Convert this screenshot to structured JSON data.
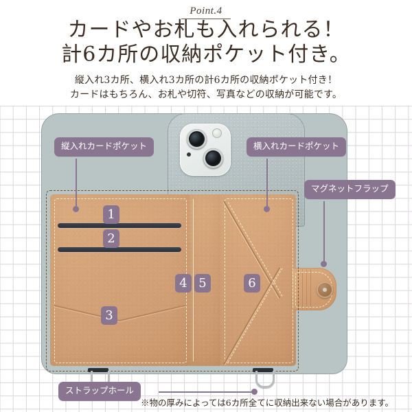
{
  "header": {
    "point_tag": "Point.4",
    "title_line1": "カードやお札も入れられる！",
    "title_line2": "計6カ所の収納ポケット付き。",
    "sub_line1": "縦入れ3カ所、横入れ3カ所の計6カ所の収納ポケット付き！",
    "sub_line2": "カードはもちろん、お札や切符、写真などの収納が可能です。"
  },
  "labels": {
    "vertical_card_pocket": "縦入れカードポケット",
    "horizontal_card_pocket": "横入れカードポケット",
    "magnet_flap": "マグネットフラップ",
    "strap_hole": "ストラップホール"
  },
  "badges": {
    "b1": "1",
    "b2": "2",
    "b3": "3",
    "b4": "4",
    "b5": "5",
    "b6": "6"
  },
  "footnote": "※物の厚みによっては6カ所全てに収納出来ない場合があります。",
  "colors": {
    "accent_purple": "#8a7591",
    "text_brown": "#3a2c22",
    "leather_tan": "#d5a379",
    "case_sage": "#b9c4c5",
    "grid_line": "#d9d3da"
  },
  "product": {
    "pocket_count": 6,
    "vertical_pockets": 3,
    "horizontal_pockets": 3,
    "strap_hole_count": 2
  }
}
